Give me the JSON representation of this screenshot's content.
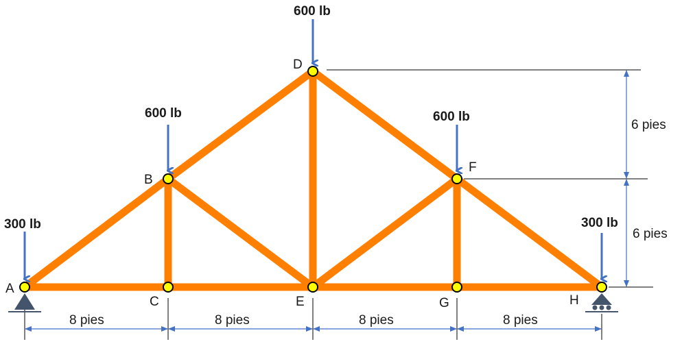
{
  "nodes": {
    "A": "A",
    "B": "B",
    "C": "C",
    "D": "D",
    "E": "E",
    "F": "F",
    "G": "G",
    "H": "H"
  },
  "loads": {
    "A": "300 lb",
    "B": "600 lb",
    "D": "600 lb",
    "F": "600 lb",
    "H": "300 lb"
  },
  "dimensions": {
    "span_1": "8 pies",
    "span_2": "8 pies",
    "span_3": "8 pies",
    "span_4": "8 pies",
    "height_upper": "6 pies",
    "height_lower": "6 pies"
  },
  "colors": {
    "member": "#ff7f00",
    "joint_fill": "#ffff00",
    "load_arrow": "#4472c4",
    "support": "#44546a",
    "dimension": "#4472c4"
  }
}
